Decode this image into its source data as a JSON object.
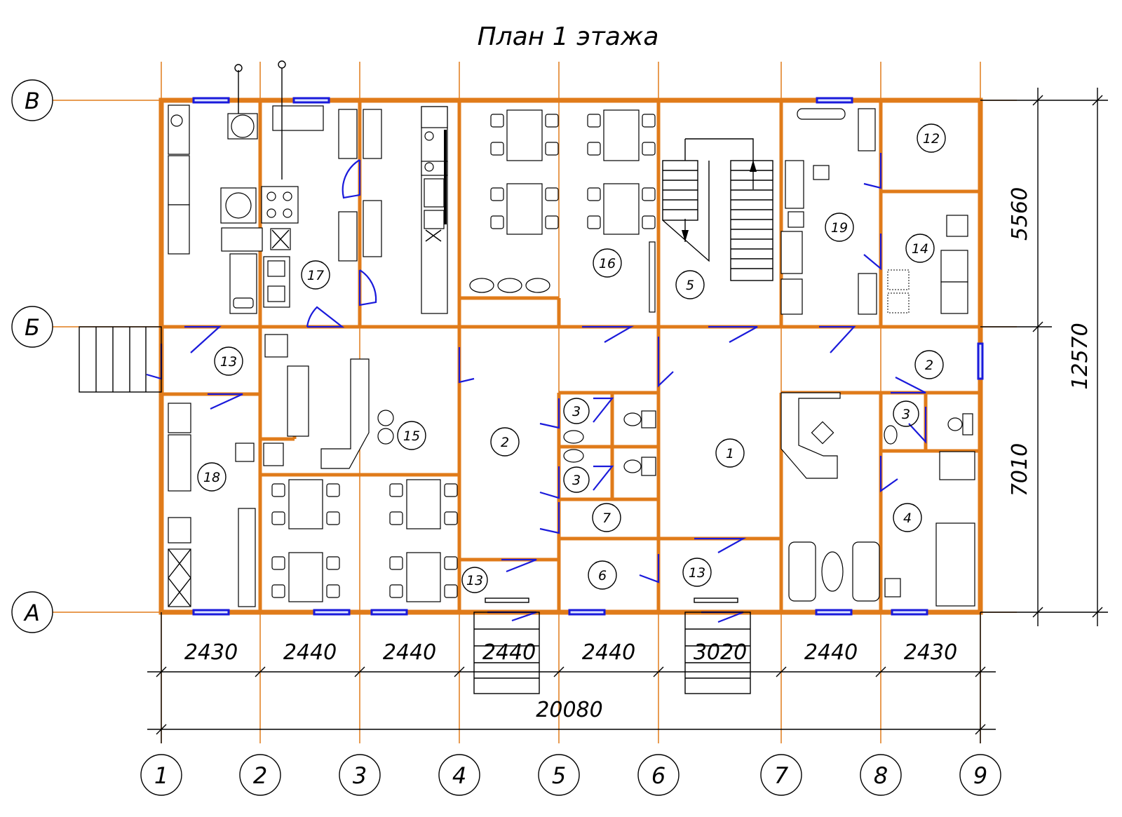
{
  "title": "План 1 этажа",
  "axes_letters": [
    "В",
    "Б",
    "А"
  ],
  "axes_numbers": [
    "1",
    "2",
    "3",
    "4",
    "5",
    "6",
    "7",
    "8",
    "9"
  ],
  "dimensions_bottom": [
    "2430",
    "2440",
    "2440",
    "2440",
    "2440",
    "3020",
    "2440",
    "2430"
  ],
  "dimension_total": "20080",
  "dimensions_right": [
    "5560",
    "7010"
  ],
  "dimension_right_total": "12570",
  "rooms": [
    "17",
    "16",
    "5",
    "19",
    "12",
    "14",
    "13",
    "15",
    "2",
    "3",
    "3",
    "7",
    "6",
    "13",
    "1",
    "13",
    "2",
    "3",
    "4",
    "18"
  ],
  "colors": {
    "wall": "#e07b1a",
    "door": "#1a1adb",
    "line": "#000000"
  }
}
